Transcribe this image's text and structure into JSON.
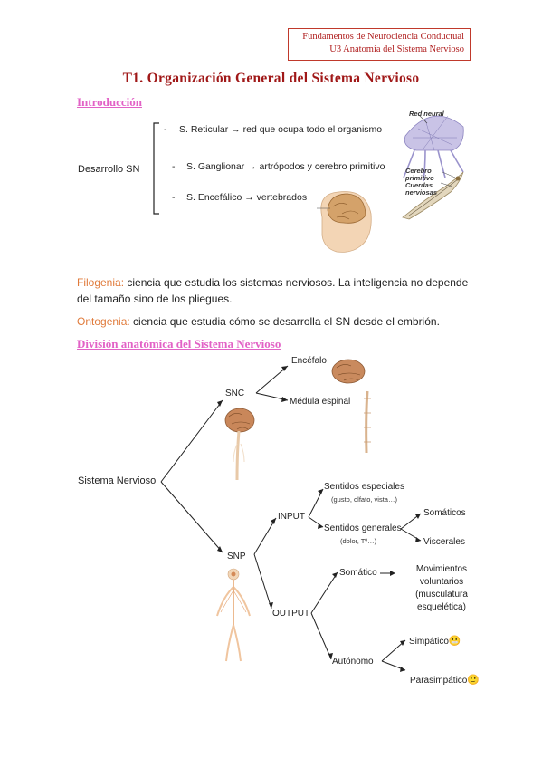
{
  "header": {
    "line1": "Fundamentos de Neurociencia Conductual",
    "line2": "U3 Anatomía del Sistema Nervioso"
  },
  "title": "T1. Organización General del Sistema Nervioso",
  "intro": {
    "heading": "Introducción",
    "group_label": "Desarrollo SN",
    "items": [
      {
        "bullet": "-",
        "text": "S. Reticular → red que ocupa todo el organismo"
      },
      {
        "bullet": "-",
        "text": "S. Ganglionar → artrópodos y cerebro primitivo"
      },
      {
        "bullet": "-",
        "text": "S. Encefálico → vertebrados"
      }
    ],
    "fig_labels": {
      "red_neural": "Red neural",
      "cerebro": "Cerebro",
      "primitivo": "primitivo",
      "cuerdas": "Cuerdas",
      "nerviosas": "nerviosas"
    }
  },
  "filogenia": {
    "term": "Filogenia:",
    "text": " ciencia que estudia los sistemas nerviosos. La inteligencia no depende del tamaño sino de los pliegues."
  },
  "ontogenia": {
    "term": "Ontogenia:",
    "text": " ciencia que estudia cómo se desarrolla el SN desde el embrión."
  },
  "division": {
    "heading": "División anatómica del Sistema Nervioso",
    "root": "Sistema Nervioso",
    "snc": "SNC",
    "encefalo": "Encéfalo",
    "medula": "Médula espinal",
    "snp": "SNP",
    "input": "INPUT",
    "output": "OUTPUT",
    "sentidos_esp": "Sentidos especiales",
    "sentidos_esp_note": "(gusto, olfato, vista…)",
    "sentidos_gen": "Sentidos generales",
    "sentidos_gen_note": "(dolor, Tº…)",
    "somaticos": "Somáticos",
    "viscerales": "Viscerales",
    "somatico": "Somático",
    "mov_lines": [
      "Movimientos",
      "voluntarios",
      "(musculatura",
      "esquelética)"
    ],
    "autonomo": "Autónomo",
    "simpatico": "Simpático",
    "parasimpatico": "Parasimpático",
    "emoji_simpatico": "😬",
    "emoji_parasimpatico": "🙂"
  },
  "colors": {
    "header_red": "#b02020",
    "title_red": "#a01818",
    "heading_pink": "#e262c6",
    "term_orange": "#e07a3a"
  }
}
